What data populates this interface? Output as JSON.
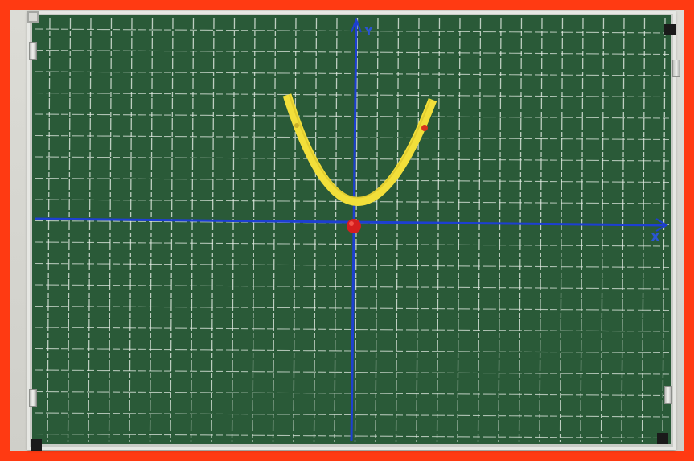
{
  "scene": {
    "subject": "chalkboard-graph",
    "board_color": "#2a5a38",
    "grid_color": "#e8efe8",
    "axis_color": "#1d3fd1",
    "curve_color": "#f2df3a",
    "magnet_color": "#d41e1e",
    "frame_color": "#ff3a12"
  },
  "axes": {
    "x_label": "X",
    "y_label": "Y"
  }
}
